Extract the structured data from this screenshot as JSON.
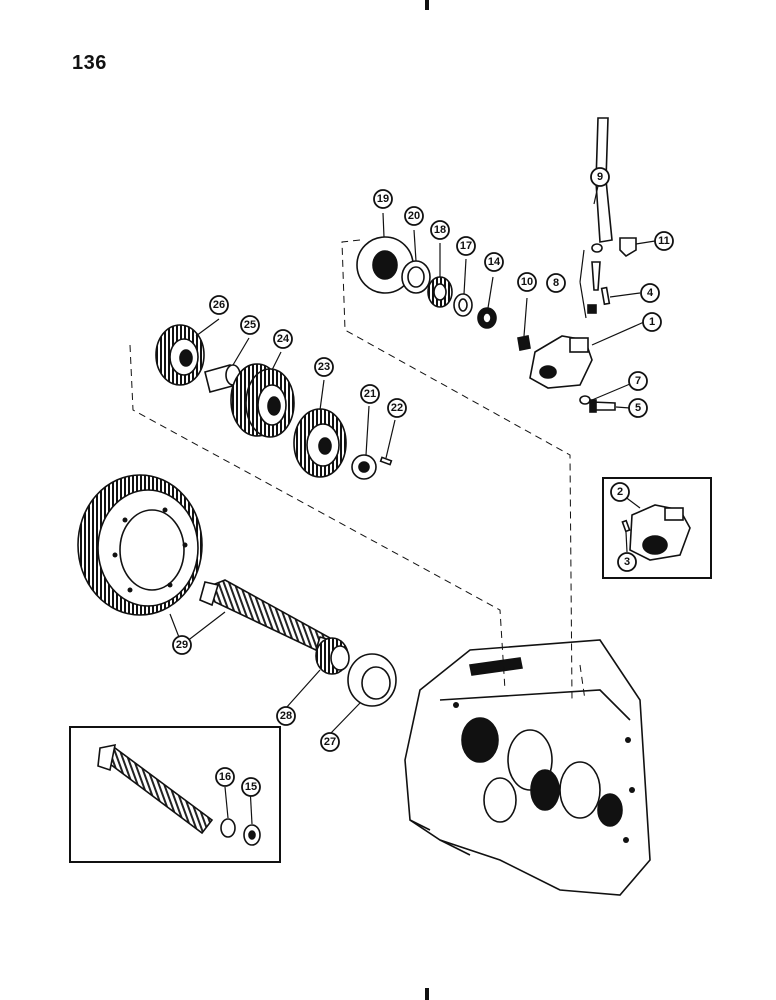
{
  "page": {
    "number": "136"
  },
  "callouts": {
    "c1": "1",
    "c2": "2",
    "c3": "3",
    "c4": "4",
    "c5": "5",
    "c7": "7",
    "c8": "8",
    "c9": "9",
    "c10": "10",
    "c11": "11",
    "c14": "14",
    "c15": "15",
    "c16": "16",
    "c17": "17",
    "c18": "18",
    "c19": "19",
    "c20": "20",
    "c21": "21",
    "c22": "22",
    "c23": "23",
    "c24": "24",
    "c25": "25",
    "c26": "26",
    "c27": "27",
    "c28": "28",
    "c29": "29"
  }
}
